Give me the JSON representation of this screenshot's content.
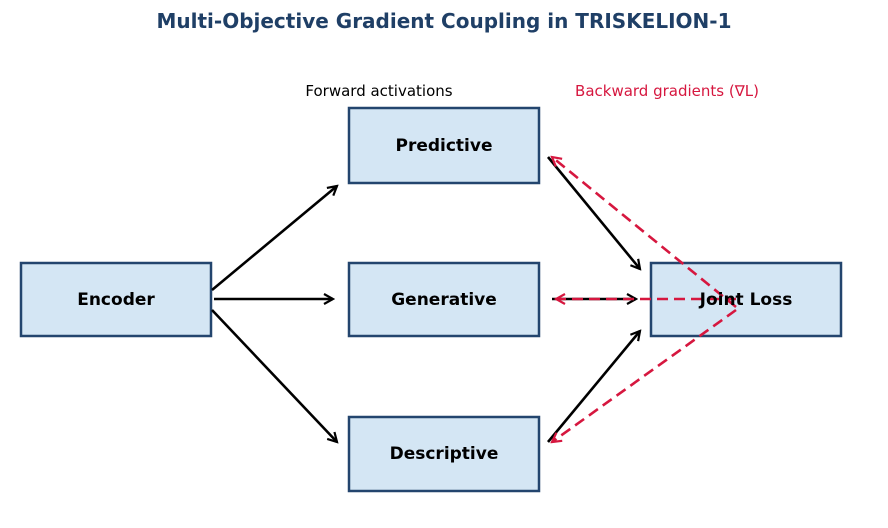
{
  "title": "Multi-Objective Gradient Coupling in TRISKELION-1",
  "legend": {
    "forward": "Forward activations",
    "backward": "Backward gradients (∇L)"
  },
  "nodes": {
    "encoder": "Encoder",
    "predictive": "Predictive",
    "generative": "Generative",
    "descriptive": "Descriptive",
    "joint_loss": "Joint Loss"
  },
  "colors": {
    "title": "#1f3f66",
    "box_fill": "#d4e6f4",
    "box_stroke": "#23456e",
    "forward_arrow": "#000000",
    "backward_arrow": "#d6173f"
  }
}
